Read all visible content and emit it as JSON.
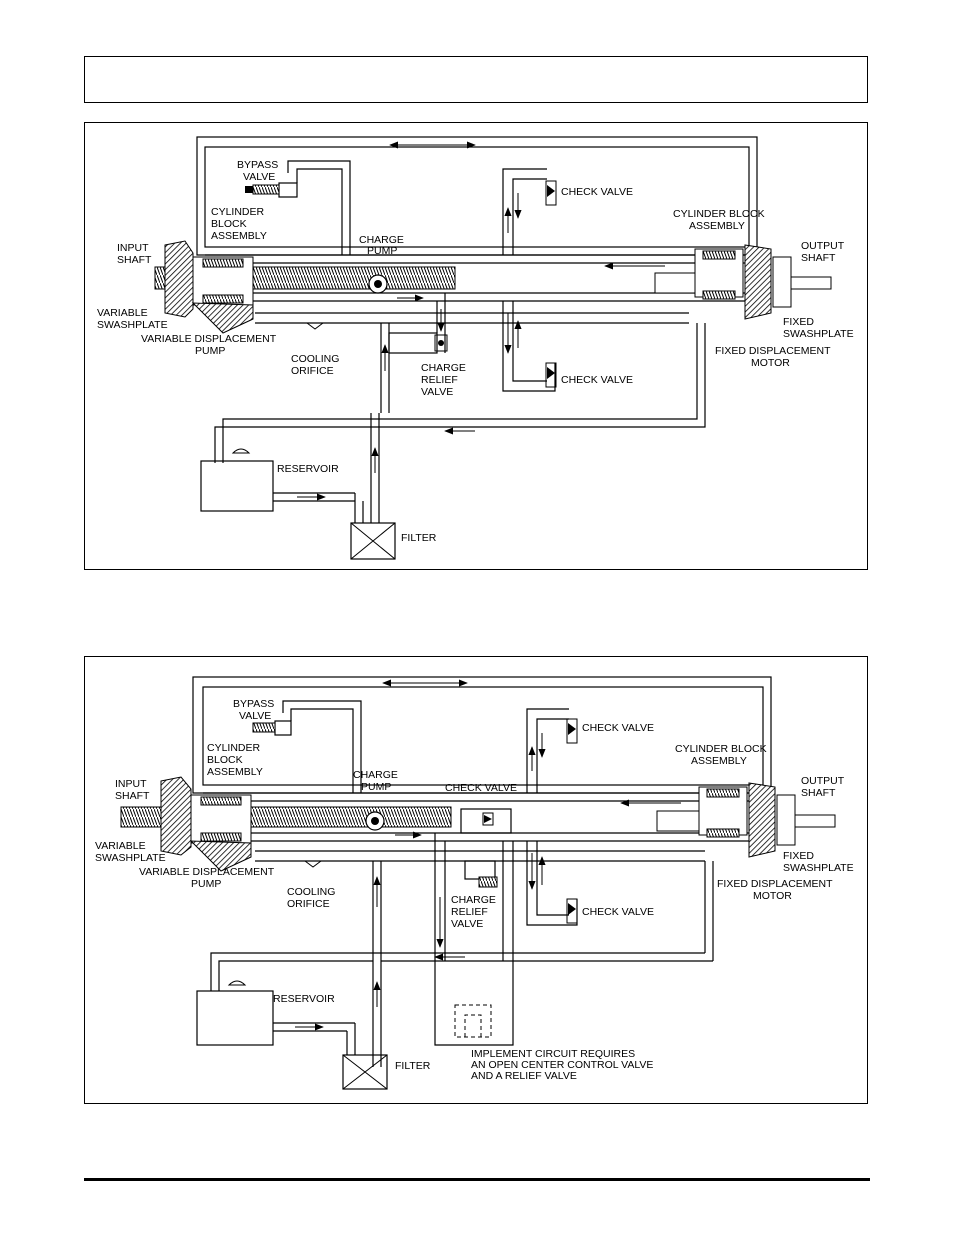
{
  "fig1": {
    "labels": {
      "bypass1": "BYPASS",
      "bypass2": "VALVE",
      "cyl1": "CYLINDER",
      "cyl2": "BLOCK",
      "cyl3": "ASSEMBLY",
      "input1": "INPUT",
      "input2": "SHAFT",
      "charge_pump1": "CHARGE",
      "charge_pump2": "PUMP",
      "check_top": "CHECK  VALVE",
      "check_bottom": "CHECK  VALVE",
      "mcyl1": "CYLINDER BLOCK",
      "mcyl2": "ASSEMBLY",
      "output1": "OUTPUT",
      "output2": "SHAFT",
      "vswash1": "VARIABLE",
      "vswash2": "SWASHPLATE",
      "vdp1": "VARIABLE DISPLACEMENT",
      "vdp2": "PUMP",
      "cool1": "COOLING",
      "cool2": "ORIFICE",
      "crv1": "CHARGE",
      "crv2": "RELIEF",
      "crv3": "VALVE",
      "fswash1": "FIXED",
      "fswash2": "SWASHPLATE",
      "fdm1": "FIXED DISPLACEMENT",
      "fdm2": "MOTOR",
      "reservoir": "RESERVOIR",
      "filter": "FILTER"
    }
  },
  "fig2": {
    "labels": {
      "bypass1": "BYPASS",
      "bypass2": "VALVE",
      "cyl1": "CYLINDER",
      "cyl2": "BLOCK",
      "cyl3": "ASSEMBLY",
      "input1": "INPUT",
      "input2": "SHAFT",
      "charge_pump1": "CHARGE",
      "charge_pump2": "PUMP",
      "check_mid": "CHECK  VALVE",
      "check_top": "CHECK  VALVE",
      "check_bottom": "CHECK  VALVE",
      "mcyl1": "CYLINDER BLOCK",
      "mcyl2": "ASSEMBLY",
      "output1": "OUTPUT",
      "output2": "SHAFT",
      "vswash1": "VARIABLE",
      "vswash2": "SWASHPLATE",
      "vdp1": "VARIABLE DISPLACEMENT",
      "vdp2": "PUMP",
      "cool1": "COOLING",
      "cool2": "ORIFICE",
      "crv1": "CHARGE",
      "crv2": "RELIEF",
      "crv3": "VALVE",
      "fswash1": "FIXED",
      "fswash2": "SWASHPLATE",
      "fdm1": "FIXED DISPLACEMENT",
      "fdm2": "MOTOR",
      "reservoir": "RESERVOIR",
      "filter": "FILTER",
      "impl1": "IMPLEMENT CIRCUIT REQUIRES",
      "impl2": "AN OPEN CENTER CONTROL VALVE",
      "impl3": "AND A RELIEF VALVE"
    }
  }
}
